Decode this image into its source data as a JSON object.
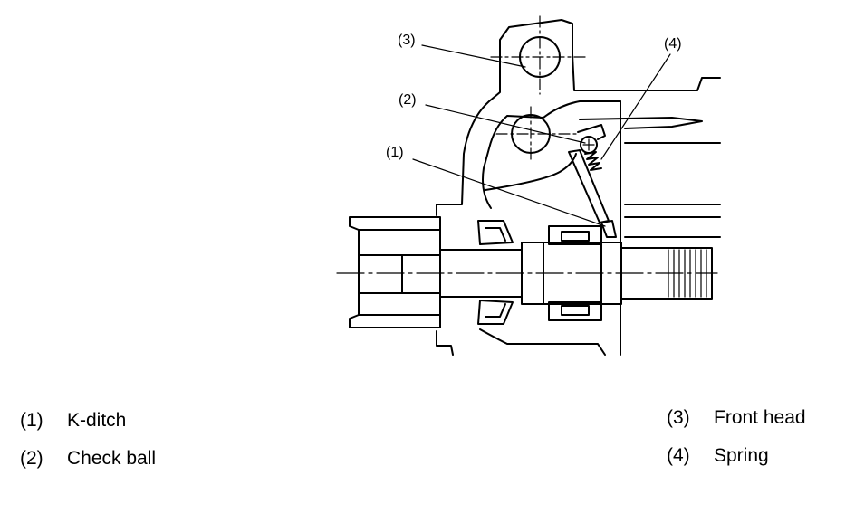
{
  "callouts": [
    "(1)",
    "(2)",
    "(3)",
    "(4)"
  ],
  "legend": [
    {
      "num": "(1)",
      "text": "K-ditch"
    },
    {
      "num": "(2)",
      "text": "Check ball"
    },
    {
      "num": "(3)",
      "text": "Front head"
    },
    {
      "num": "(4)",
      "text": "Spring"
    }
  ]
}
